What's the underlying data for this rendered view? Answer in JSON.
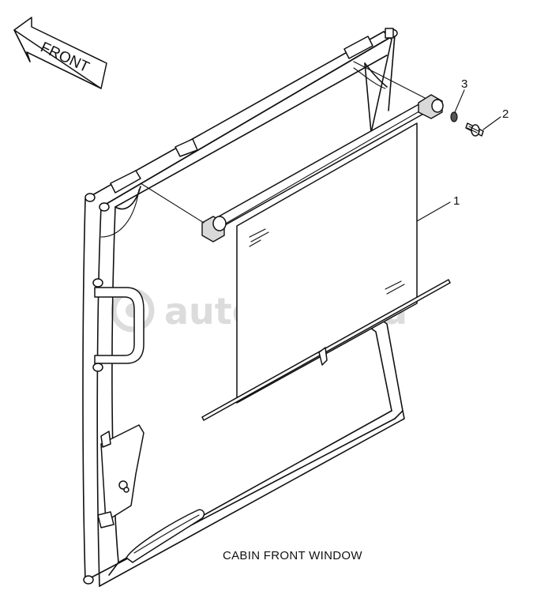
{
  "direction_label": "FRONT",
  "callouts": [
    "1",
    "2",
    "3"
  ],
  "caption": "CABIN FRONT WINDOW",
  "watermark": "autopiter.ru"
}
